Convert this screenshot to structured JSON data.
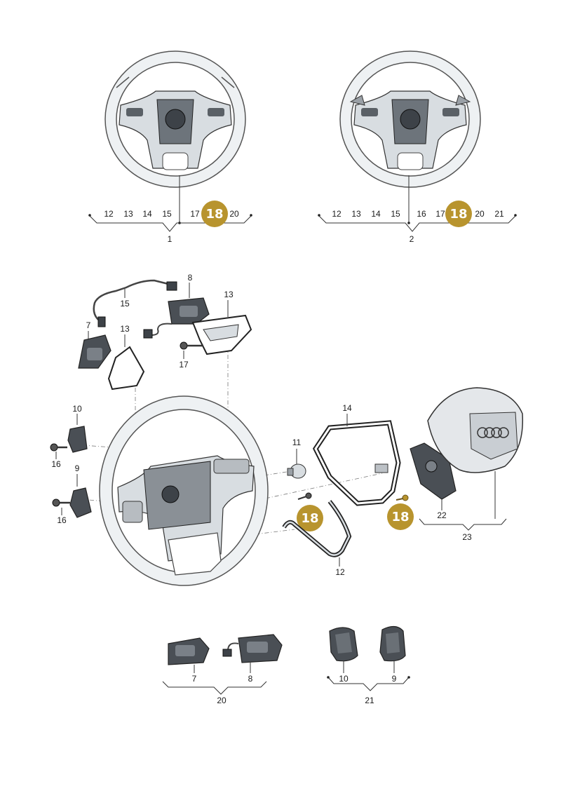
{
  "diagram": {
    "badge_color": "#b8942e",
    "top_left": {
      "assembly_label": "1",
      "sub_labels": [
        "12",
        "13",
        "14",
        "15",
        "17",
        "20"
      ],
      "badge": "18"
    },
    "top_right": {
      "assembly_label": "2",
      "sub_labels": [
        "12",
        "13",
        "14",
        "15",
        "16",
        "17",
        "20",
        "21"
      ],
      "badge": "18"
    },
    "exploded": {
      "labels": {
        "p7": "7",
        "p8": "8",
        "p9": "9",
        "p10": "10",
        "p11": "11",
        "p12": "12",
        "p13a": "13",
        "p13b": "13",
        "p14": "14",
        "p15": "15",
        "p16a": "16",
        "p16b": "16",
        "p17": "17",
        "p22": "22",
        "p23": "23"
      },
      "badges": [
        "18",
        "18"
      ]
    },
    "bottom_left": {
      "group_label": "20",
      "sub_labels": [
        "7",
        "8"
      ]
    },
    "bottom_right": {
      "group_label": "21",
      "sub_labels": [
        "10",
        "9"
      ]
    }
  }
}
